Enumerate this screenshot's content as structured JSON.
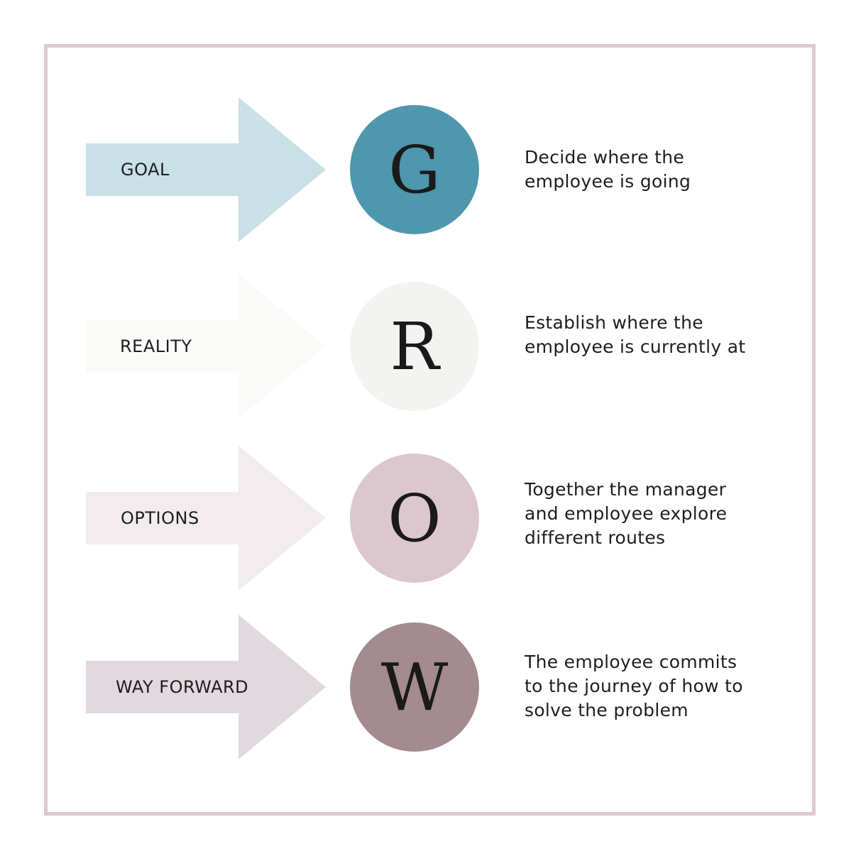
{
  "title": "GROW model",
  "steps": [
    {
      "label": "GOAL",
      "letter": "G",
      "lines": [
        "Decide where the",
        "employee is going"
      ],
      "arrow_color": "#c9e0e6",
      "circle_color": "#4e97ad"
    },
    {
      "label": "REALITY",
      "letter": "R",
      "lines": [
        "Establish where the",
        "employee is currently at"
      ],
      "arrow_color": "#fafaf9",
      "circle_color": "#f3f3f2"
    },
    {
      "label": "OPTIONS",
      "letter": "O",
      "lines": [
        "Together the manager",
        "and employee explore",
        "different routes"
      ],
      "arrow_color": "#f3ecef",
      "circle_color": "#dcc7cf"
    },
    {
      "label": "WAY FORWARD",
      "letter": "W",
      "lines": [
        "The employee commits",
        "to the journey of how to",
        "solve the problem"
      ],
      "arrow_color": "#e1d9dd",
      "circle_color": "#a38b90"
    }
  ]
}
